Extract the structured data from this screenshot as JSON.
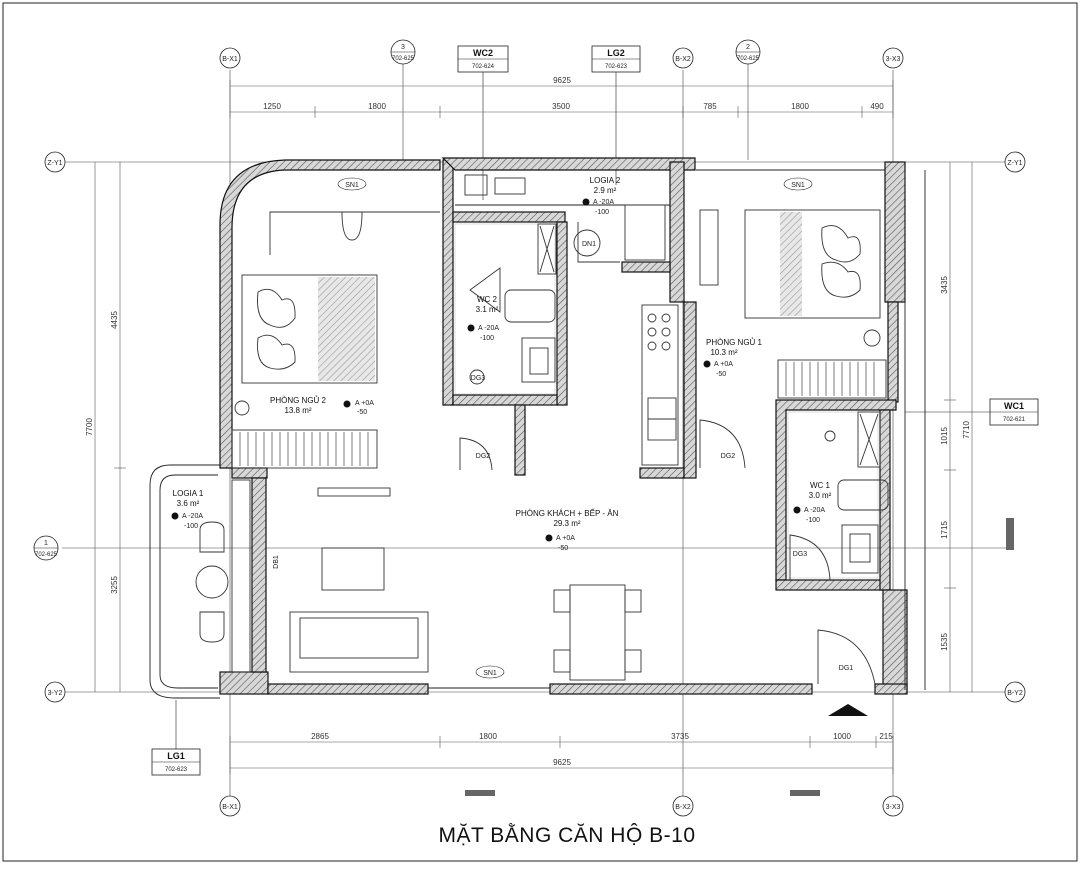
{
  "title": "MẶT BẰNG CĂN HỘ B-10",
  "grid_labels": {
    "top_left": "B-X1",
    "top_mid": "B-X2",
    "top_right": "3-X3",
    "bottom_left": "B-X1",
    "bottom_mid": "B-X2",
    "bottom_right": "3-X3",
    "left_top": "Z-Y1",
    "left_bottom": "3-Y2",
    "right_top": "Z-Y1",
    "right_bottom": "B-Y2"
  },
  "section_markers": [
    {
      "num": "3",
      "ref": "702-625"
    },
    {
      "num": "2",
      "ref": "702-625"
    },
    {
      "num": "1",
      "ref": "702-625"
    }
  ],
  "detail_refs": [
    {
      "name": "WC2",
      "ref": "702-624"
    },
    {
      "name": "LG2",
      "ref": "702-623"
    },
    {
      "name": "WC1",
      "ref": "702-621"
    },
    {
      "name": "LG1",
      "ref": "702-623"
    }
  ],
  "dims": {
    "top_total": "9625",
    "top_segments": [
      "1250",
      "1800",
      "3500",
      "785",
      "1800",
      "490"
    ],
    "bottom_total": "9625",
    "bottom_segments": [
      "2865",
      "1800",
      "3735",
      "1000",
      "215"
    ],
    "left_segments": [
      "4435",
      "3255"
    ],
    "left_total": "7700",
    "right_segments": [
      "3435",
      "1015",
      "1715",
      "1535"
    ],
    "right_total": "7710"
  },
  "rooms": [
    {
      "name": "PHÒNG NGỦ 2",
      "area": "13.8 m²",
      "level": "A +0A",
      "elev": "-50"
    },
    {
      "name": "WC 2",
      "area": "3.1 m²",
      "level": "A -20A",
      "elev": "-100"
    },
    {
      "name": "LOGIA 2",
      "area": "2.9 m²",
      "level": "A -20A",
      "elev": "-100"
    },
    {
      "name": "PHÒNG NGỦ 1",
      "area": "10.3 m²",
      "level": "A +0A",
      "elev": "-50"
    },
    {
      "name": "WC 1",
      "area": "3.0 m²",
      "level": "A -20A",
      "elev": "-100"
    },
    {
      "name": "PHÒNG KHÁCH + BẾP - ĂN",
      "area": "29.3 m²",
      "level": "A +0A",
      "elev": "-50"
    },
    {
      "name": "LOGIA 1",
      "area": "3.6 m²",
      "level": "A -20A",
      "elev": "-100"
    }
  ],
  "tags": {
    "sn1_a": "SN1",
    "sn1_b": "SN1",
    "sn1_c": "SN1",
    "dn1": "DN1",
    "dg3_a": "DG3",
    "dg2_a": "DG2",
    "dg2_b": "DG2",
    "dg3_b": "DG3",
    "dg1": "DG1",
    "db1": "DB1"
  }
}
